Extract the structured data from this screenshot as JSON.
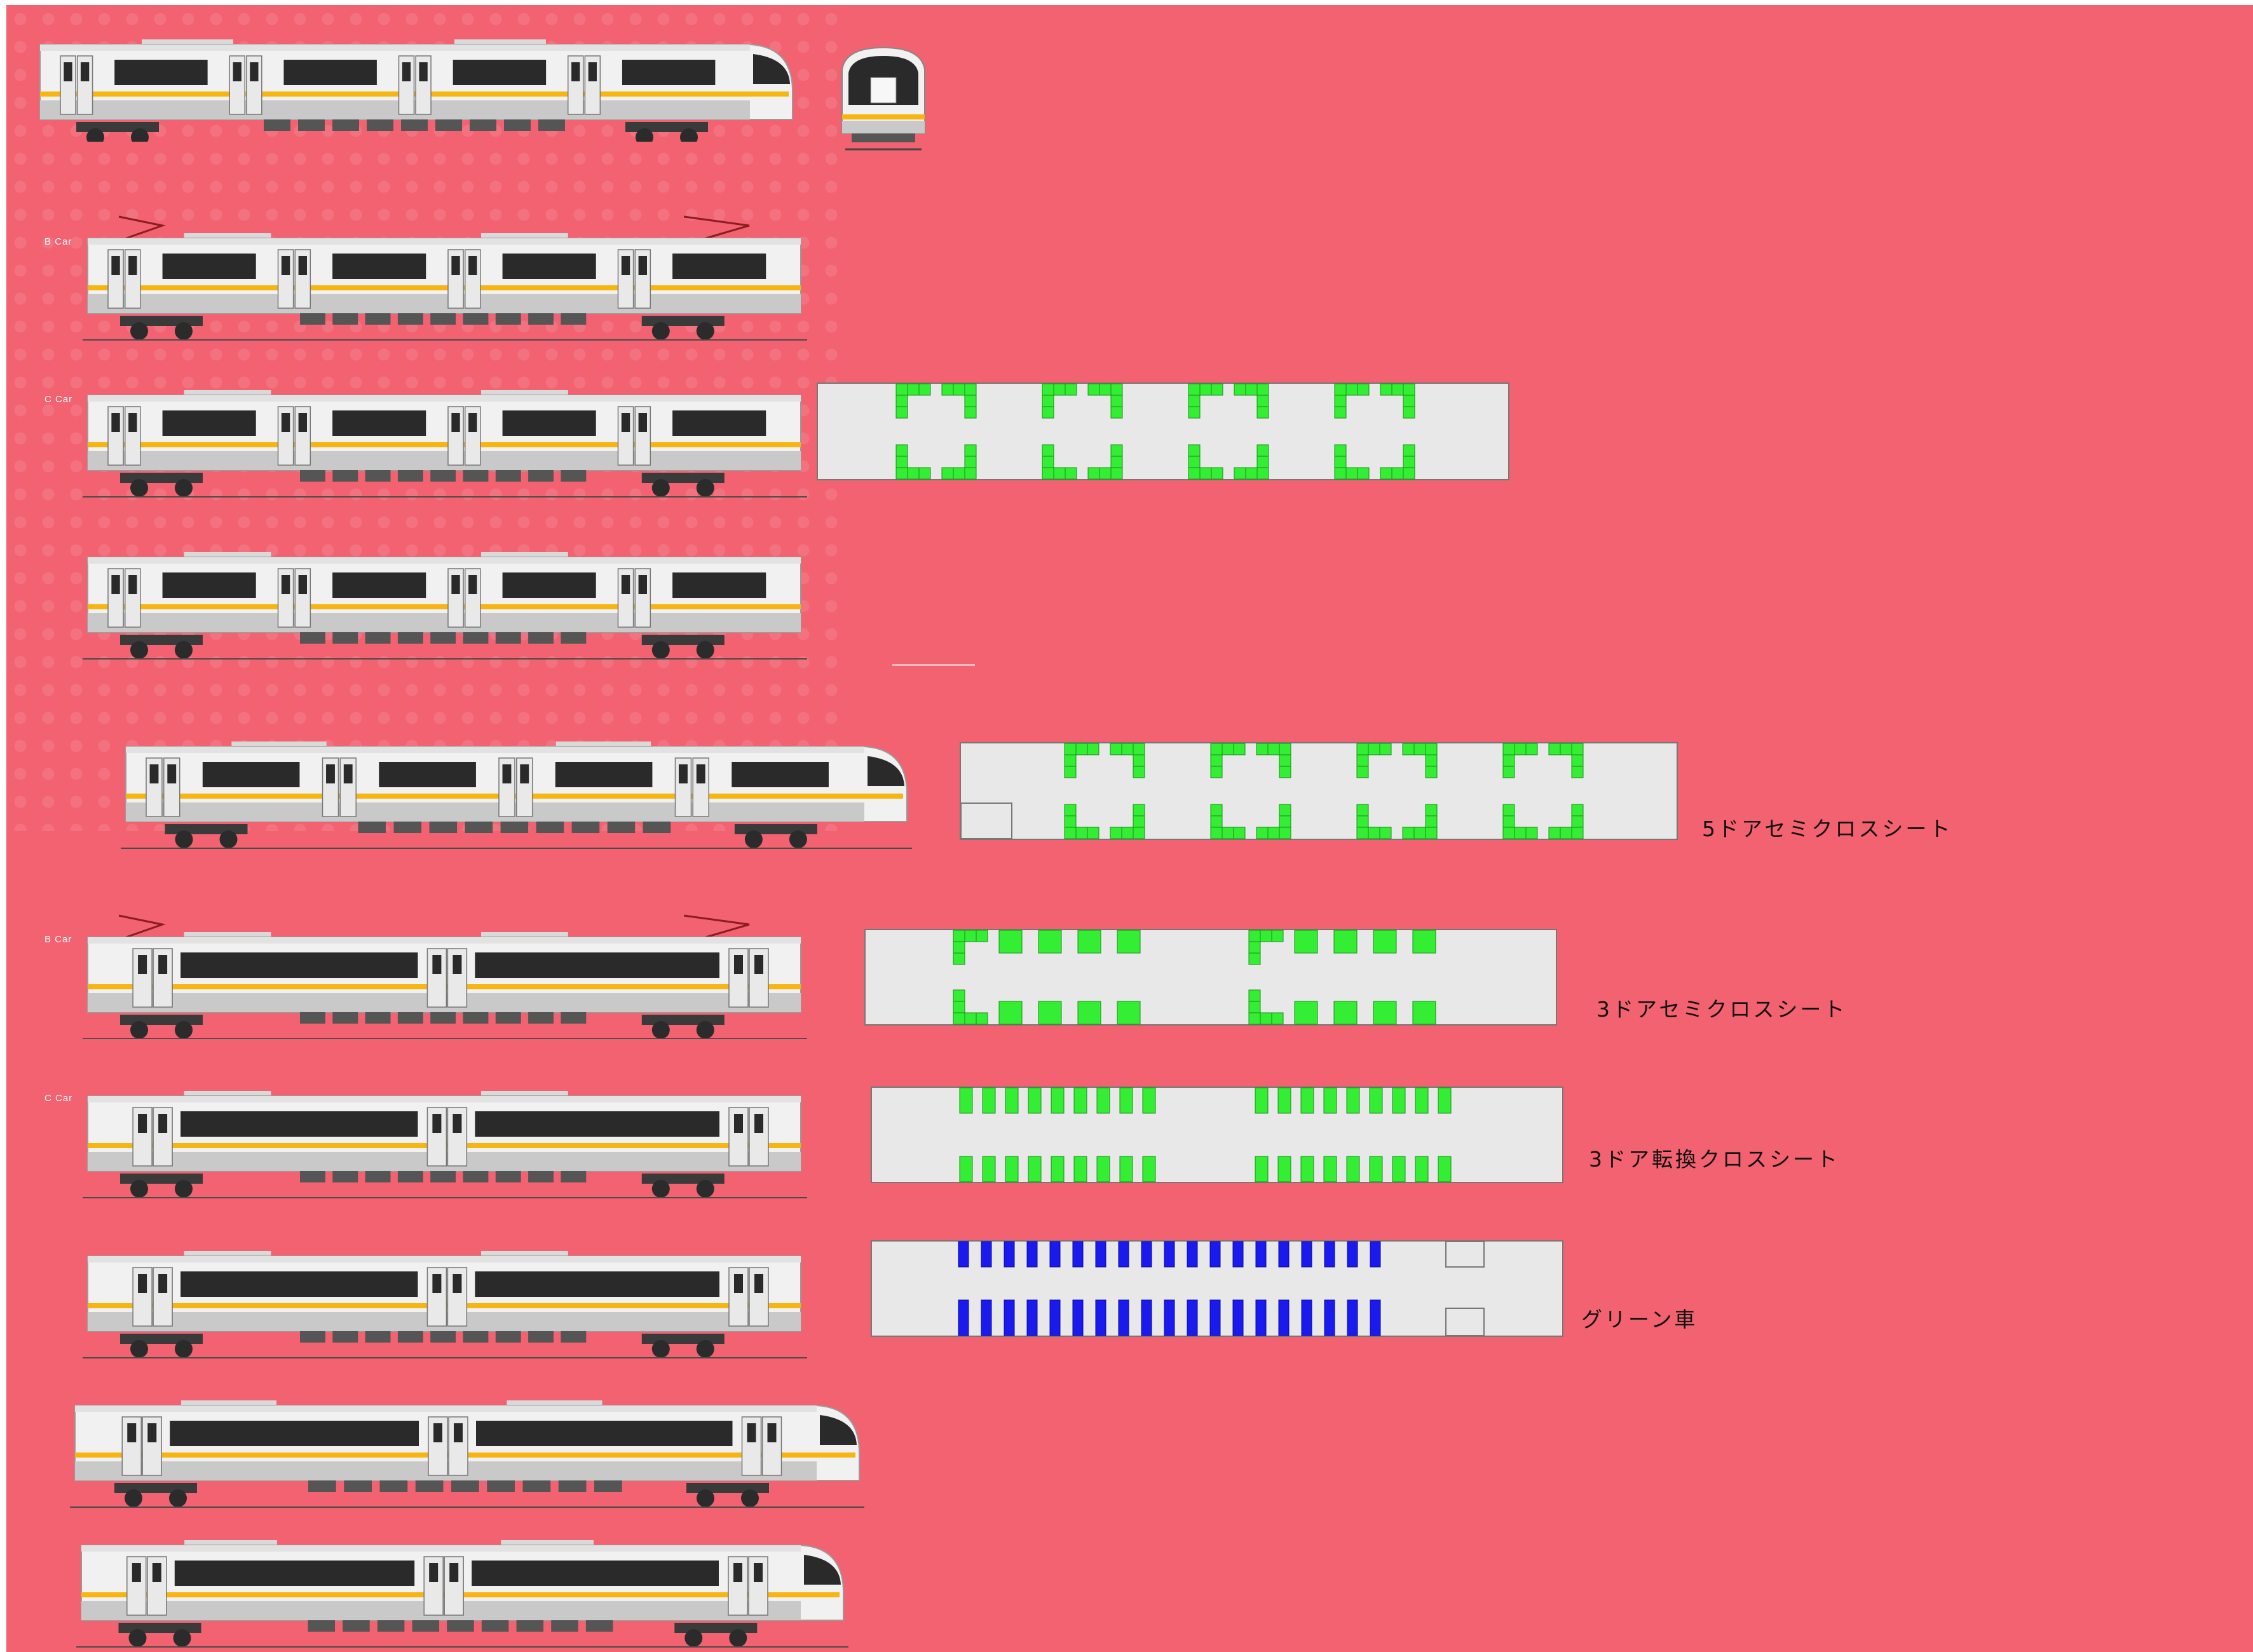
{
  "colors": {
    "background": "#f26270",
    "body_white": "#f1f1f1",
    "stripe_yellow": "#f7b512",
    "window_dark": "#2a2a2a",
    "skirt_grey": "#c9c9c9",
    "seat_green": "#33ee33",
    "seat_blue": "#1a1aee",
    "floor_grey": "#e8e8e8"
  },
  "car_tags": {
    "b_car": "B Car",
    "c_car": "C Car"
  },
  "seat_plans": {
    "five_door_semi_cross": "5ドアセミクロスシート",
    "three_door_semi_cross": "3ドアセミクロスシート",
    "three_door_transverse_cross": "3ドア転換クロスシート",
    "green_car": "グリーン車"
  }
}
